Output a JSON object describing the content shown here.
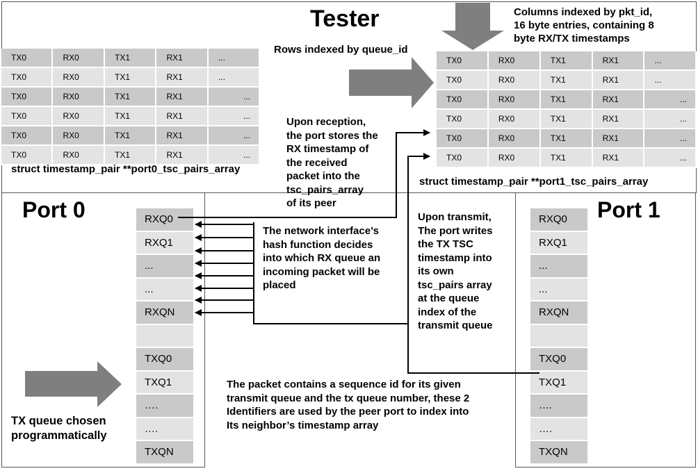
{
  "tester": {
    "title": "Tester",
    "rows_note": "Rows indexed by queue_id",
    "columns_note": [
      "Columns indexed by pkt_id,",
      "16 byte entries, containing 8",
      "byte RX/TX timestamps"
    ],
    "port0_array_label": "struct timestamp_pair **port0_tsc_pairs_array",
    "port1_array_label": "struct timestamp_pair **port1_tsc_pairs_array",
    "port0_table": [
      [
        "TX0",
        "RX0",
        "TX1",
        "RX1",
        "..."
      ],
      [
        "TX0",
        "RX0",
        "TX1",
        "RX1",
        "..."
      ],
      [
        "TX0",
        "RX0",
        "TX1",
        "RX1",
        "..."
      ],
      [
        "TX0",
        "RX0",
        "TX1",
        "RX1",
        "..."
      ],
      [
        "TX0",
        "RX0",
        "TX1",
        "RX1",
        "..."
      ],
      [
        "TX0",
        "RX0",
        "TX1",
        "RX1",
        "..."
      ]
    ],
    "port1_table": [
      [
        "TX0",
        "RX0",
        "TX1",
        "RX1",
        "..."
      ],
      [
        "TX0",
        "RX0",
        "TX1",
        "RX1",
        "..."
      ],
      [
        "TX0",
        "RX0",
        "TX1",
        "RX1",
        "..."
      ],
      [
        "TX0",
        "RX0",
        "TX1",
        "RX1",
        "..."
      ],
      [
        "TX0",
        "RX0",
        "TX1",
        "RX1",
        "..."
      ],
      [
        "TX0",
        "RX0",
        "TX1",
        "RX1",
        "..."
      ]
    ]
  },
  "notes": {
    "reception": [
      "Upon reception,",
      "the port stores the",
      "RX timestamp of",
      "the received",
      "packet into the",
      "tsc_pairs_array",
      "of its peer"
    ],
    "hash": [
      "The network interface’s",
      "hash function decides",
      "into which RX queue an",
      "incoming packet will be",
      "placed"
    ],
    "transmit": [
      "Upon transmit,",
      "The port writes",
      "the TX TSC",
      "timestamp into",
      "its own",
      "tsc_pairs array",
      "at the queue",
      "index of the",
      "transmit queue"
    ],
    "packet": [
      "The packet contains a sequence id for its given",
      "transmit queue and the tx queue number, these 2",
      "Identifiers are used by the peer port to index into",
      "Its neighbor’s timestamp array"
    ],
    "tx_chosen": [
      "TX queue chosen",
      "programmatically"
    ]
  },
  "port0": {
    "title": "Port 0",
    "queues": [
      "RXQ0",
      "RXQ1",
      "...",
      "...",
      "RXQN",
      "",
      "TXQ0",
      "TXQ1",
      "….",
      "….",
      "TXQN"
    ]
  },
  "port1": {
    "title": "Port 1",
    "queues": [
      "RXQ0",
      "RXQ1",
      "...",
      "...",
      "RXQN",
      "",
      "TXQ0",
      "TXQ1",
      "….",
      "….",
      "TXQN"
    ]
  },
  "colors": {
    "arrow_fill": "#7f7f7f",
    "cell_dark": "#c9c9c9",
    "cell_light": "#e3e3e3",
    "line": "#000000"
  }
}
